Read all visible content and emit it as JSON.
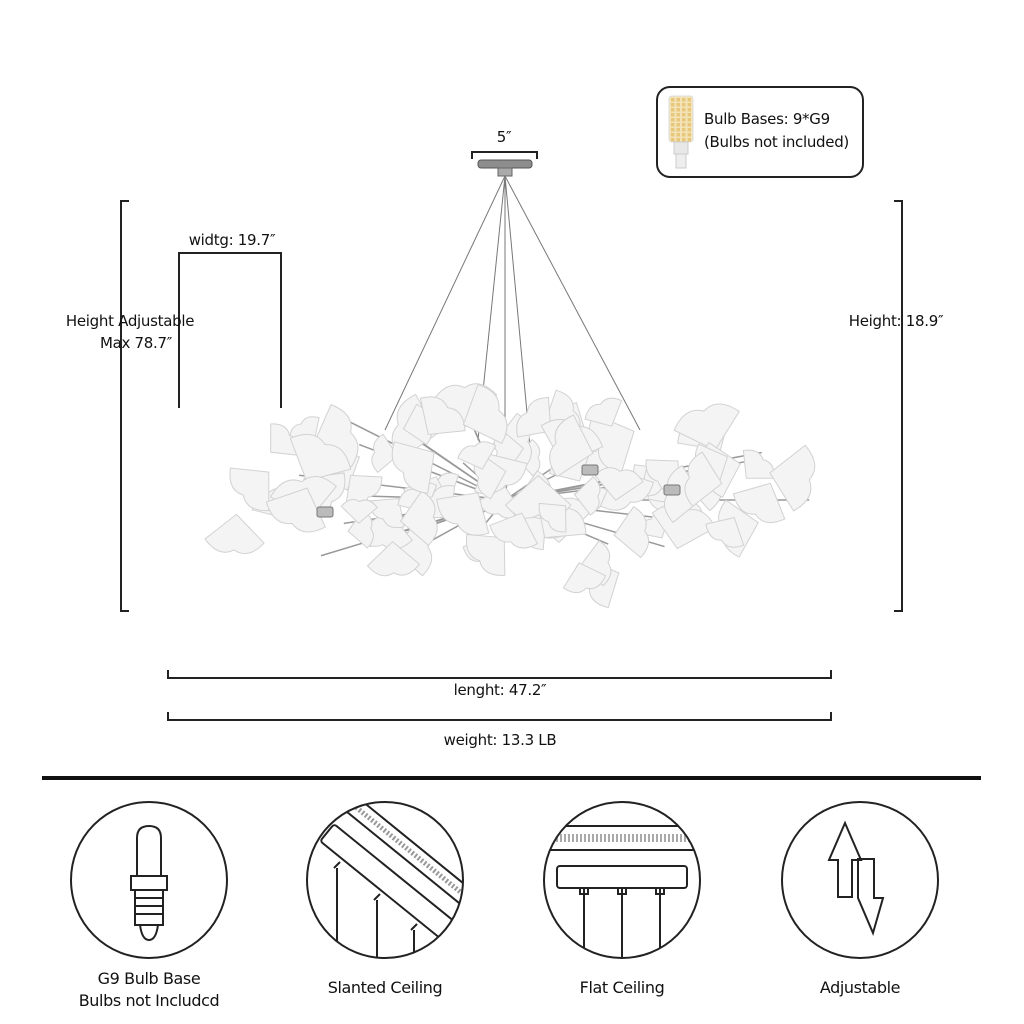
{
  "dimensions": {
    "canopy_width": "5″",
    "width_label": "widtg: 19.7″",
    "height_adjustable_line1": "Height Adjustable",
    "height_adjustable_line2": "Max 78.7″",
    "height_label": "Height: 18.9″",
    "length_label": "lenght: 47.2″",
    "weight_label": "weight: 13.3 LB"
  },
  "bulb_info": {
    "line1": "Bulb Bases: 9*G9",
    "line2": "(Bulbs not included)"
  },
  "features": [
    {
      "icon": "bulb-icon",
      "line1": "G9 Bulb Base",
      "line2": "Bulbs not Includcd"
    },
    {
      "icon": "slanted-ceiling-icon",
      "line1": "Slanted Ceiling"
    },
    {
      "icon": "flat-ceiling-icon",
      "line1": "Flat Ceiling"
    },
    {
      "icon": "adjustable-arrows-icon",
      "line1": "Adjustable"
    }
  ],
  "colors": {
    "line": "#222222",
    "leaf": "#f4f4f4",
    "chrome": "#9a9a9a"
  }
}
